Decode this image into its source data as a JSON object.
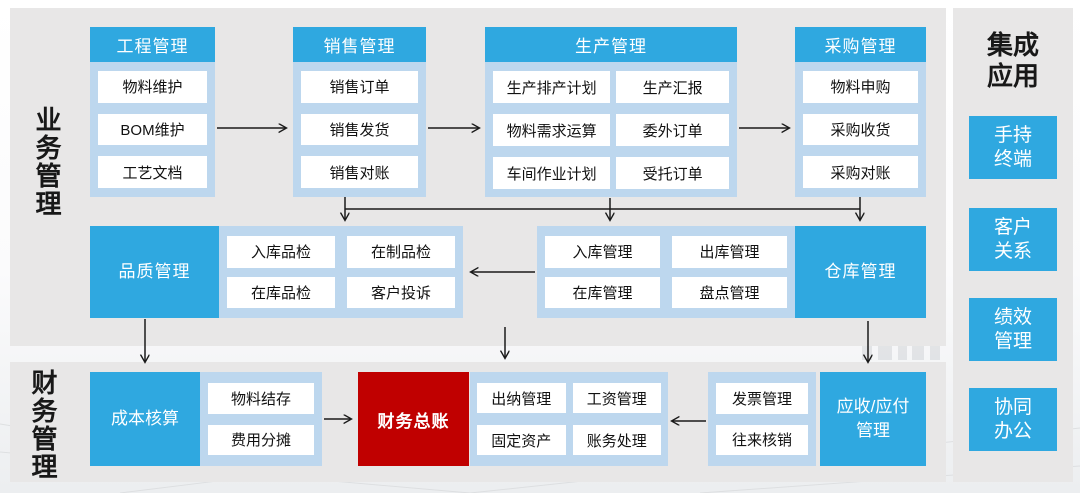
{
  "colors": {
    "accent_blue": "#2fa8e0",
    "light_blue": "#bdd7ee",
    "panel_gray": "#e8e7e7",
    "ledger_red": "#c00000",
    "arrow_black": "#1a1a1a"
  },
  "labels": {
    "business": "业务管理",
    "finance": "财务管理",
    "integration": "集成\n应用"
  },
  "engineering": {
    "title": "工程管理",
    "items": [
      "物料维护",
      "BOM维护",
      "工艺文档"
    ]
  },
  "sales": {
    "title": "销售管理",
    "items": [
      "销售订单",
      "销售发货",
      "销售对账"
    ]
  },
  "production": {
    "title": "生产管理",
    "items": [
      "生产排产计划",
      "生产汇报",
      "物料需求运算",
      "委外订单",
      "车间作业计划",
      "受托订单"
    ]
  },
  "procurement": {
    "title": "采购管理",
    "items": [
      "物料申购",
      "采购收货",
      "采购对账"
    ]
  },
  "quality": {
    "label": "品质管理",
    "items": [
      "入库品检",
      "在制品检",
      "在库品检",
      "客户投诉"
    ]
  },
  "warehouse": {
    "label": "仓库管理",
    "items": [
      "入库管理",
      "出库管理",
      "在库管理",
      "盘点管理"
    ]
  },
  "cost": {
    "label": "成本核算",
    "items": [
      "物料结存",
      "费用分摊"
    ]
  },
  "ledger": {
    "label": "财务总账"
  },
  "treasury": {
    "items": [
      "出纳管理",
      "工资管理",
      "固定资产",
      "账务处理"
    ]
  },
  "receivable": {
    "label": "应收/应付\n管理",
    "items": [
      "发票管理",
      "往来核销"
    ]
  },
  "integration_items": [
    "手持\n终端",
    "客户\n关系",
    "绩效\n管理",
    "协同\n办公"
  ]
}
